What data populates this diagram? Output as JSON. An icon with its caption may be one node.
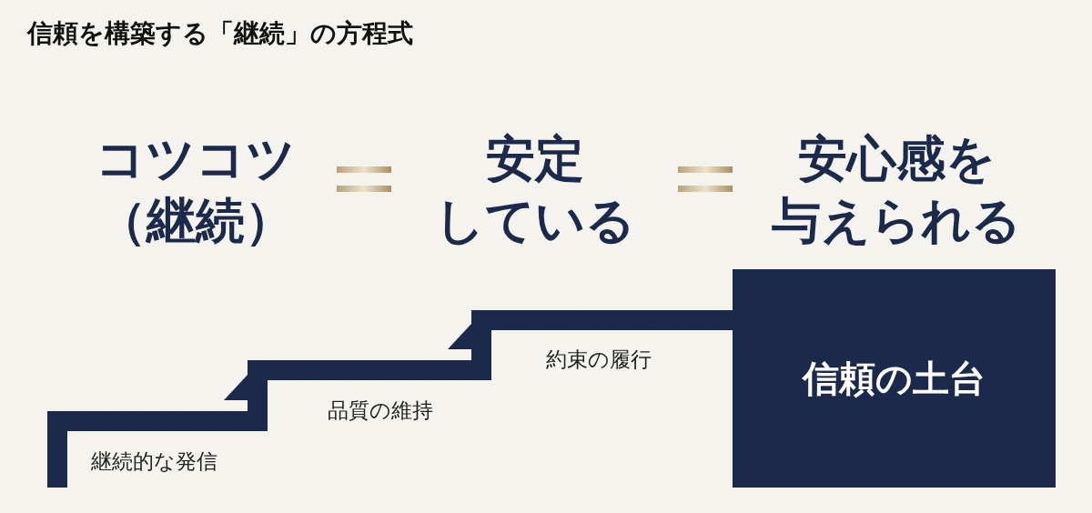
{
  "diagram": {
    "title": "信頼を構築する「継続」の方程式",
    "nodes": [
      {
        "text": [
          "信頼の土台"
        ]
      }
    ],
    "labels": [
      "コツコツ（継続）",
      "安定している",
      "安心感を与えられる",
      "継続的な発信",
      "品質の維持",
      "約束の履行"
    ]
  }
}
